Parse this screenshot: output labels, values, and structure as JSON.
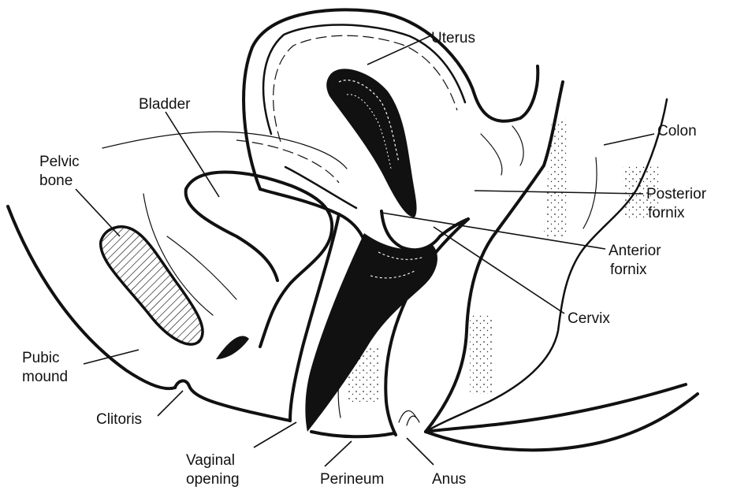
{
  "labels": {
    "uterus": "Uterus",
    "bladder": "Bladder",
    "pelvic_bone_1": "Pelvic",
    "pelvic_bone_2": "bone",
    "colon": "Colon",
    "posterior_fornix_1": "Posterior",
    "posterior_fornix_2": "fornix",
    "anterior_fornix_1": "Anterior",
    "anterior_fornix_2": "fornix",
    "cervix": "Cervix",
    "pubic_mound_1": "Pubic",
    "pubic_mound_2": "mound",
    "clitoris": "Clitoris",
    "vaginal_opening_1": "Vaginal",
    "vaginal_opening_2": "opening",
    "perineum": "Perineum",
    "anus": "Anus"
  }
}
